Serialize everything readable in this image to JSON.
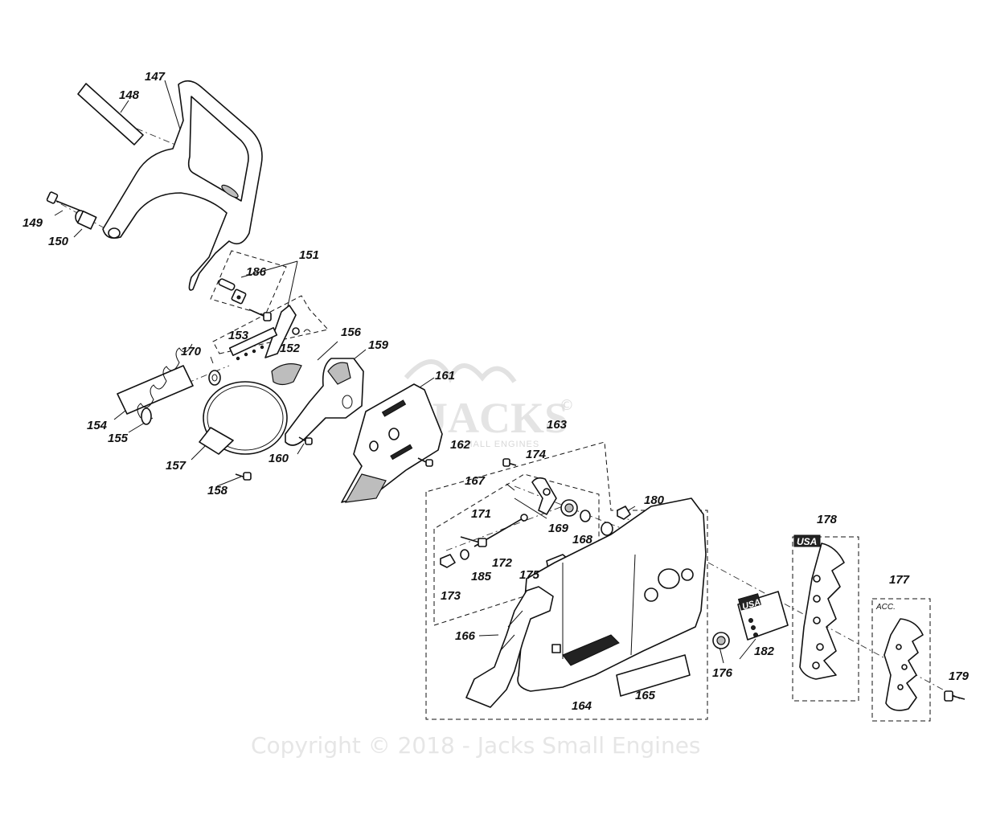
{
  "watermark": {
    "brand": "JACKS",
    "trademark": "©",
    "tagline": "SMALL ENGINES",
    "copyright": "Copyright © 2018 - Jacks Small Engines"
  },
  "labels": {
    "usa_tag_178": "USA",
    "usa_tag_182": "USA",
    "acc_177": "ACC."
  },
  "parts": {
    "p147": "147",
    "p148": "148",
    "p149": "149",
    "p150": "150",
    "p151": "151",
    "p152": "152",
    "p153": "153",
    "p154": "154",
    "p155": "155",
    "p156": "156",
    "p157": "157",
    "p158": "158",
    "p159": "159",
    "p160": "160",
    "p161": "161",
    "p162": "162",
    "p163": "163",
    "p164": "164",
    "p165": "165",
    "p166": "166",
    "p167": "167",
    "p168": "168",
    "p169": "169",
    "p170": "170",
    "p171": "171",
    "p172": "172",
    "p173": "173",
    "p174": "174",
    "p175": "175",
    "p176": "176",
    "p177": "177",
    "p178": "178",
    "p179": "179",
    "p180": "180",
    "p182": "182",
    "p185": "185",
    "p186": "186"
  }
}
